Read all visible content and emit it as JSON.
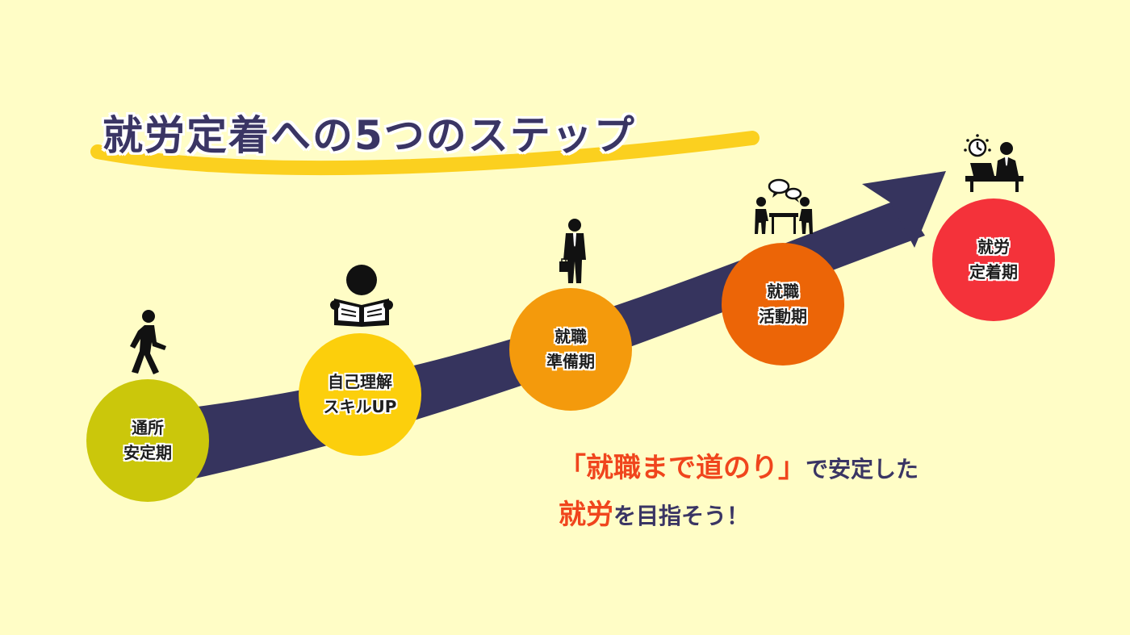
{
  "title": "就労定着への5つのステップ",
  "colors": {
    "background": "#fffdc6",
    "title_text": "#3a3564",
    "title_highlight": "#fbd01f",
    "arrow": "#36345e",
    "accent_text": "#f0451d"
  },
  "steps": [
    {
      "lines": [
        "通所",
        "安定期"
      ],
      "color": "#cbc70b",
      "icon": "walking-person-icon"
    },
    {
      "lines": [
        "自己理解",
        "スキルUP"
      ],
      "color": "#fccf0c",
      "icon": "reading-person-icon"
    },
    {
      "lines": [
        "就職",
        "準備期"
      ],
      "color": "#f49a0c",
      "icon": "businessman-icon"
    },
    {
      "lines": [
        "就職",
        "活動期"
      ],
      "color": "#ec6507",
      "icon": "meeting-icon"
    },
    {
      "lines": [
        "就労",
        "定着期"
      ],
      "color": "#f4323a",
      "icon": "office-worker-icon"
    }
  ],
  "tagline": {
    "line1_highlight": "「就職まで道のり」",
    "line1_rest": "で安定した",
    "line2_highlight": "就労",
    "line2_rest": "を目指そう！"
  }
}
